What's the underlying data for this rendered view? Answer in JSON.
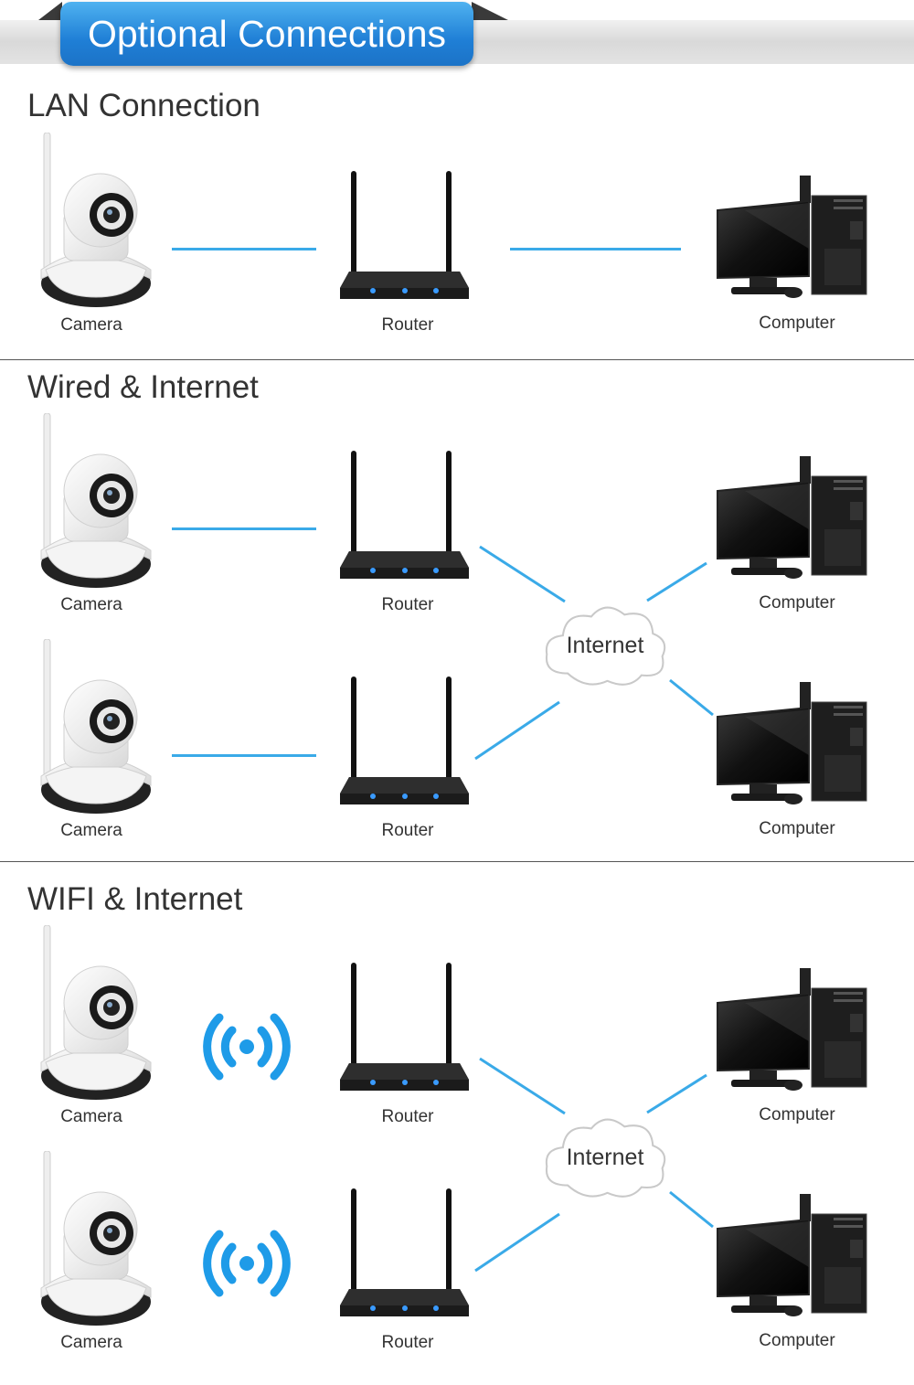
{
  "banner": {
    "title": "Optional Connections"
  },
  "sections": {
    "lan": {
      "title": "LAN Connection"
    },
    "wired": {
      "title": "Wired & Internet"
    },
    "wifi": {
      "title": "WIFI & Internet"
    }
  },
  "labels": {
    "camera": "Camera",
    "router": "Router",
    "computer": "Computer",
    "internet": "Internet"
  },
  "colors": {
    "accent": "#3aaae8",
    "banner_blue": "#1f7fd6",
    "text": "#333333"
  },
  "icons": [
    "camera-icon",
    "router-icon",
    "computer-icon",
    "internet-cloud-icon",
    "wifi-signal-icon"
  ]
}
